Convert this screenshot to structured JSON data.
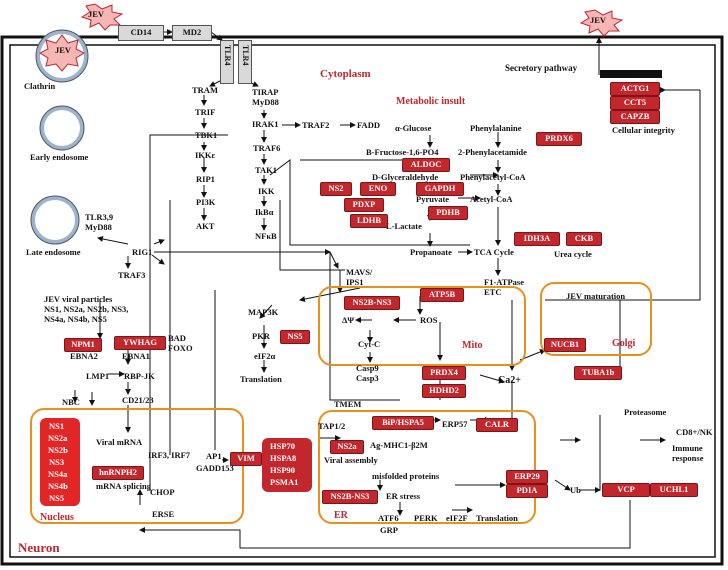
{
  "jev_labels": [
    "JEV",
    "JEV",
    "JEV"
  ],
  "cd14": "CD14",
  "md2": "MD2",
  "tlr4": "TLR4",
  "cytoplasm": "Cytoplasm",
  "secretory": "Secretory pathway",
  "metabolic": "Metabolic insult",
  "neuron": "Neuron",
  "nucleus": "Nucleus",
  "mito": "Mito",
  "golgi": "Golgi",
  "er": "ER",
  "clathrin": "Clathrin",
  "early_endosome": "Early endosome",
  "late_endosome": "Late endosome",
  "tlr39": "TLR3,9\nMyD88",
  "col1": [
    "TRAM",
    "TRIF",
    "TBK1",
    "IKKε",
    "RIP1",
    "PI3K",
    "AKT"
  ],
  "col2": [
    "TIRAP\nMyD88",
    "IRAK1",
    "TRAF6",
    "TAK1",
    "IKK",
    "IkBα",
    "NFκB"
  ],
  "traf2": "TRAF2",
  "fadd": "FADD",
  "rig1": "RIG1",
  "traf3": "TRAF3",
  "jev_particles": "JEV viral particles\nNS1, NS2a, NS2b, NS3,\nNS4a, NS4b, NS5",
  "npm1": "NPM1",
  "ywhag": "YWHAG",
  "bad_foxo": "BAD\nFOXO",
  "ebna2": "EBNA2",
  "ebna1": "EBNA1",
  "lmp1": "LMP1",
  "rbp": "RBP-JK",
  "nbc": "NBC",
  "cd21": "CD21/23",
  "nucleus_ns": [
    "NS1",
    "NS2a",
    "NS2b",
    "NS3",
    "NS4a",
    "NS4b",
    "NS5"
  ],
  "viral_mrna": "Viral mRNA",
  "hnrnph2": "hnRNPH2",
  "mrna_splicing": "mRNA splicing",
  "irf": "IRF3, IRF7",
  "ap1": "AP1",
  "gadd": "GADD153",
  "vim": "VIM",
  "chop": "CHOP",
  "erse": "ERSE",
  "hsp": [
    "HSP70",
    "HSPA8",
    "HSP90",
    "PSMA1"
  ],
  "map3k": "MAP3K",
  "pkr": "PKR",
  "ns5": "NS5",
  "eif2a": "eIF2α",
  "translation": "Translation",
  "mavs": "MAVS/\nIPS1",
  "ns2b_ns3": "NS2B-NS3",
  "atp5b": "ATP5B",
  "dpsi": "ΔΨ",
  "ros": "ROS",
  "cytc": "Cyt-C",
  "casp": "Casp9\nCasp3",
  "prdx4": "PRDX4",
  "hdhd2": "HDHD2",
  "ca2": "Ca2+",
  "metab_left": [
    "α-Glucose",
    "B-Fructose-1,6-PO4",
    "D-Glyceraldehyde",
    "Pyruvate",
    "L-Lactate",
    "Propanoate"
  ],
  "metab_right": [
    "Phenylalanine",
    "2-Phenylacetamide",
    "Phenylacetyl-CoA",
    "Acetyl-CoA",
    "TCA Cycle",
    "F1-ATPase\nETC"
  ],
  "aldoc": "ALDOC",
  "ns2": "NS2",
  "eno": "ENO",
  "gapdh": "GAPDH",
  "pdxp": "PDXP",
  "pdhb": "PDHB",
  "ldhb": "LDHB",
  "prdx6": "PRDX6",
  "idh3a": "IDH3A",
  "ckb": "CKB",
  "urea": "Urea cycle",
  "actg1": "ACTG1",
  "cct5": "CCT5",
  "capzb": "CAPZB",
  "cellular": "Cellular integrity",
  "jev_maturation": "JEV maturation",
  "nucb1": "NUCB1",
  "tuba1b": "TUBA1b",
  "tmem": "TMEM",
  "tap12": "TAP1/2",
  "bip": "BiP/HSPA5",
  "erp57": "ERP57",
  "calr": "CALR",
  "ns2a": "NS2a",
  "ag_mhc": "Ag-MHC1-β2M",
  "viral_assembly": "Viral assembly",
  "misfolded": "misfolded proteins",
  "er_stress": "ER stress",
  "atf6": "ATF6",
  "grp": "GRP",
  "perk": "PERK",
  "eif2f": "eIF2F",
  "translation2": "Translation",
  "erp29": "ERP29",
  "pdia": "PDIA",
  "ub": "Ub",
  "vcp": "VCP",
  "uchl1": "UCHL1",
  "proteasome": "Proteasome",
  "cd8": "CD8+/NK",
  "immune": "Immune\nresponse"
}
